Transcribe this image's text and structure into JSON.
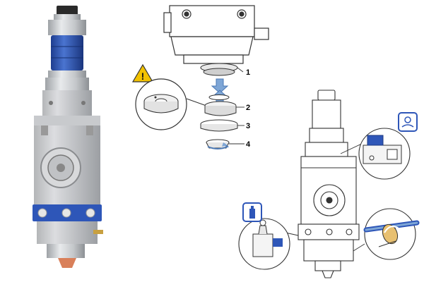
{
  "assembly": {
    "callouts": [
      {
        "label": "1"
      },
      {
        "label": "2"
      },
      {
        "label": "3"
      },
      {
        "label": "4"
      }
    ],
    "warning_symbol": "!"
  },
  "colors": {
    "blue_accent": "#2e56b8",
    "steel": "#c9cbce",
    "copper": "#d9805a",
    "line": "#333333",
    "callout_arrow": "#7ea6d6",
    "warning_yellow": "#f2c200"
  },
  "icons": [
    "warning-icon",
    "nozzle-change-icon",
    "cleaning-icon"
  ]
}
